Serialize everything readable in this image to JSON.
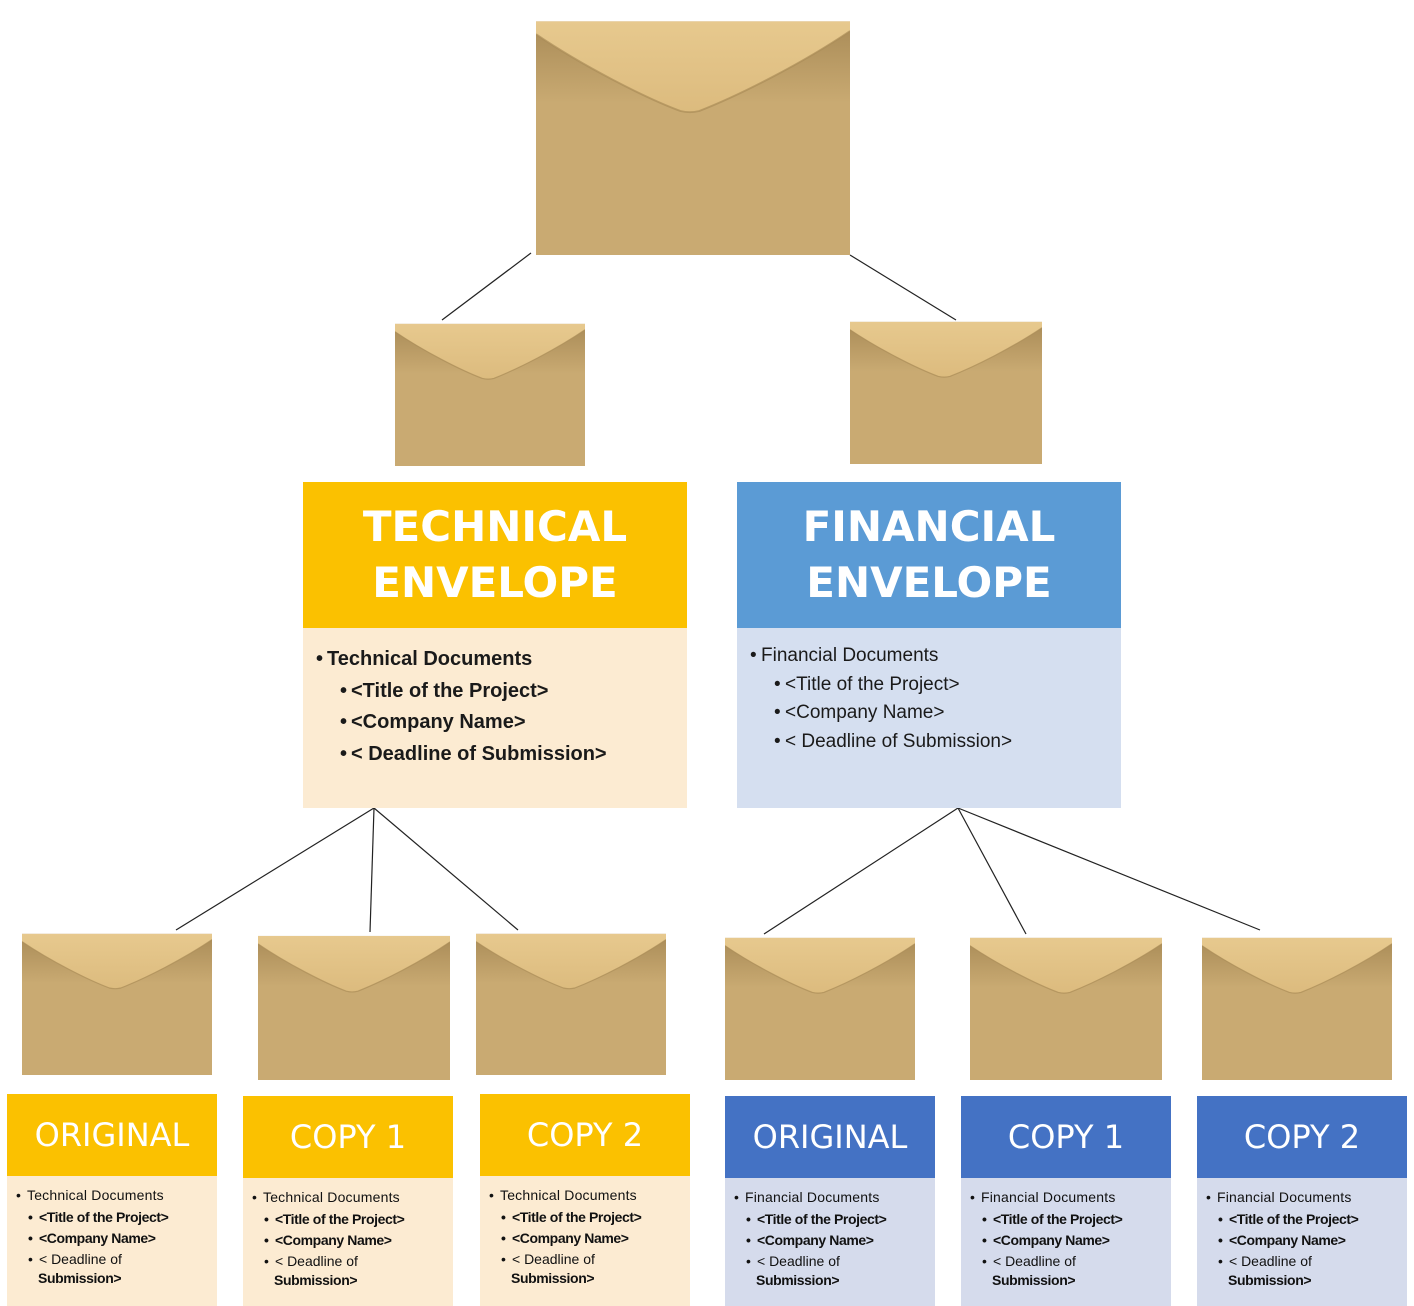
{
  "envelope_colors": {
    "body": "#c9aa72",
    "flap": "#e7c98e",
    "shadow": "#a98b57"
  },
  "technical": {
    "title_line1": "TECHNICAL",
    "title_line2": "ENVELOPE",
    "header_color": "#fbc100",
    "body_color": "#fcebd2",
    "items": [
      "Technical Documents",
      "<Title of the Project>",
      "<Company Name>",
      "< Deadline of Submission>"
    ],
    "children": [
      {
        "label": "ORIGINAL",
        "items": [
          "Technical Documents",
          "<Title of the Project>",
          "<Company Name>",
          "< Deadline of",
          "Submission>"
        ]
      },
      {
        "label": "COPY 1",
        "items": [
          "Technical Documents",
          "<Title of the Project>",
          "<Company Name>",
          "< Deadline of",
          "Submission>"
        ]
      },
      {
        "label": "COPY 2",
        "items": [
          "Technical Documents",
          "<Title of the Project>",
          "<Company Name>",
          "< Deadline of",
          "Submission>"
        ]
      }
    ]
  },
  "financial": {
    "title_line1": "FINANCIAL",
    "title_line2": "ENVELOPE",
    "header_color": "#5b9bd5",
    "body_color": "#d5dff0",
    "items": [
      "Financial Documents",
      "<Title of the Project>",
      "<Company Name>",
      "< Deadline of Submission>"
    ],
    "children": [
      {
        "label": "ORIGINAL",
        "items": [
          "Financial Documents",
          "<Title of the Project>",
          "<Company Name>",
          "< Deadline of",
          "Submission>"
        ]
      },
      {
        "label": "COPY 1",
        "items": [
          "Financial Documents",
          "<Title of the Project>",
          "<Company Name>",
          "< Deadline of",
          "Submission>"
        ]
      },
      {
        "label": "COPY 2",
        "items": [
          "Financial Documents",
          "<Title of the Project>",
          "<Company Name>",
          "< Deadline of",
          "Submission>"
        ]
      }
    ]
  }
}
